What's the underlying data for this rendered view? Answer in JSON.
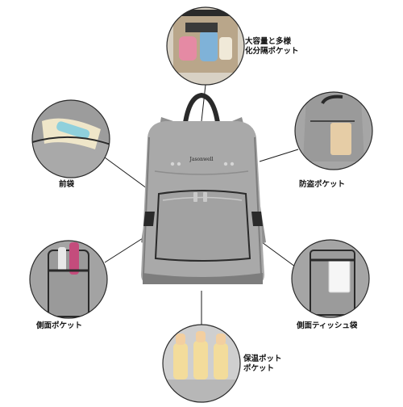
{
  "product": {
    "brand": "Jasonwell",
    "colors": {
      "fabric": "#a9a9a9",
      "fabric_dark": "#8d8d8d",
      "trim": "#2a2a2a",
      "zipper": "#c9c9c9"
    }
  },
  "features": [
    {
      "id": "main",
      "label": "大容量と多様\n化分隔ポケット"
    },
    {
      "id": "front",
      "label": "前袋"
    },
    {
      "id": "anti_theft",
      "label": "防盗ポケット"
    },
    {
      "id": "side",
      "label": "側面ポケット"
    },
    {
      "id": "tissue",
      "label": "側面ティッシュ袋"
    },
    {
      "id": "insulated",
      "label": "保温ポット\nポケット"
    }
  ]
}
